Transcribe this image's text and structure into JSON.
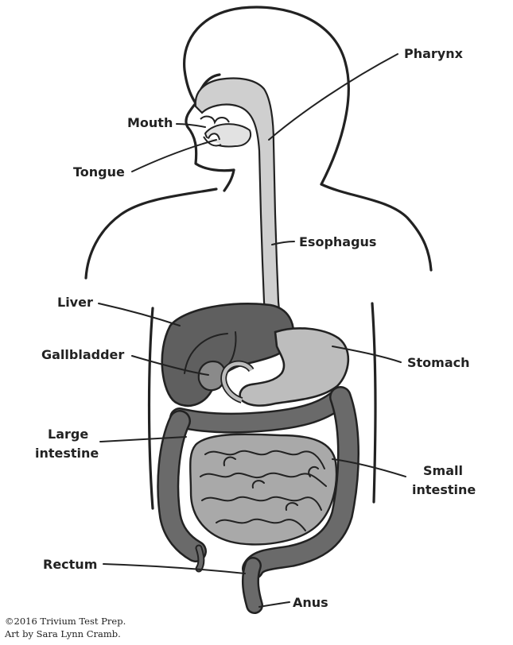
{
  "labels": {
    "pharynx": "Pharynx",
    "mouth": "Mouth",
    "tongue": "Tongue",
    "esophagus": "Esophagus",
    "liver": "Liver",
    "gallbladder": "Gallbladder",
    "stomach": "Stomach",
    "large_intestine_1": "Large",
    "large_intestine_2": "intestine",
    "small_intestine_1": "Small",
    "small_intestine_2": "intestine",
    "rectum": "Rectum",
    "anus": "Anus"
  },
  "credits": {
    "line1": "©2016 Trivium Test Prep.",
    "line2": "Art by Sara Lynn Cramb."
  },
  "colors": {
    "liver": "#5f5f5f",
    "stomach": "#bdbdbd",
    "large_intestine": "#6a6a6a",
    "small_intestine": "#a9a9a9",
    "esophagus": "#cfcfcf",
    "outline": "#222222"
  }
}
